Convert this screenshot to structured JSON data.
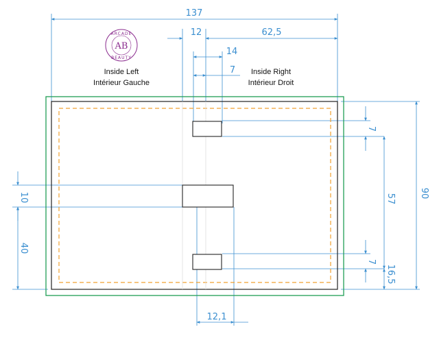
{
  "logo": {
    "top_text": "ARCADE",
    "bottom_text": "BEAUTY",
    "monogram": "AB",
    "color": "#8a2b8e"
  },
  "labels": {
    "inside_left": "Inside Left",
    "inside_left_fr": "Intérieur Gauche",
    "inside_right": "Inside Right",
    "inside_right_fr": "Intérieur Droit"
  },
  "dimensions": {
    "total_width": "137",
    "left_offset": "12",
    "right_width": "62,5",
    "slot_width_top": "14",
    "slot_half": "7",
    "slot_height_top": "7",
    "slot_height_bottom": "7",
    "slot_spacing": "57",
    "bottom_margin": "16,5",
    "total_height": "90",
    "center_slot_height": "10",
    "center_slot_from_bottom": "40",
    "center_slot_width": "12,1"
  },
  "colors": {
    "dimension": "#3b8fd0",
    "outline": "#1f9d55",
    "bleed": "#f0a030",
    "cut": "#222222"
  }
}
